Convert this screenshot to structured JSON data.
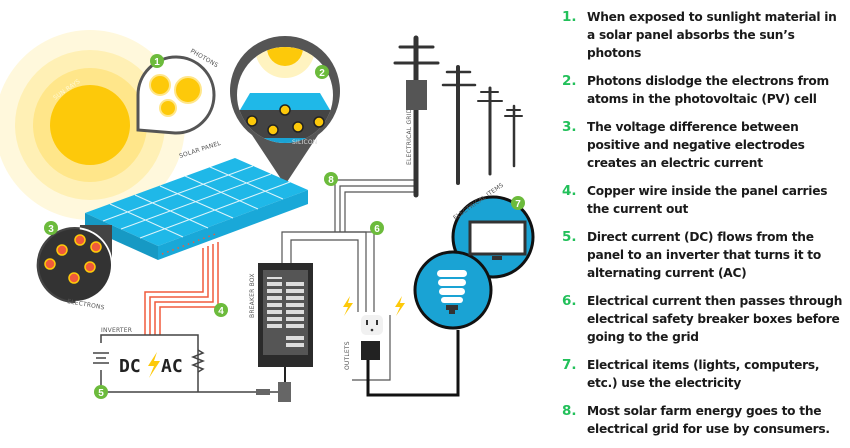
{
  "diagram": {
    "labels": {
      "sun_rays": "SUN RAYS",
      "photons": "PHOTONS",
      "silicon": "SILICON",
      "solar_panel": "SOLAR PANEL",
      "electrons": "ELECTRONS",
      "inverter": "INVERTER",
      "dc": "DC",
      "ac": "AC",
      "breaker_box": "BREAKER BOX",
      "electrical_grid": "ELECTRICAL GRID",
      "outlets": "OUTLETS",
      "electrical_items": "ELECTRICAL ITEMS"
    },
    "badges": [
      "1",
      "2",
      "3",
      "4",
      "5",
      "6",
      "7",
      "8"
    ],
    "colors": {
      "badge": "#6cbb3c",
      "sun": "#fdc90a",
      "panel": "#1fb8e8",
      "wire_copper": "#f05a3c",
      "items_bg": "#1aa3d4",
      "dark": "#333333"
    }
  },
  "steps": [
    {
      "num": "1.",
      "text": "When exposed to sunlight material in a solar panel absorbs the sun’s photons"
    },
    {
      "num": "2.",
      "text": "Photons dislodge the electrons from atoms in the photovoltaic (PV) cell"
    },
    {
      "num": "3.",
      "text": "The voltage difference between positive and negative electrodes creates an electric current"
    },
    {
      "num": "4.",
      "text": "Copper wire inside the panel carries the current out"
    },
    {
      "num": "5.",
      "text": "Direct current (DC) flows from the panel to an inverter that turns it to alternating current (AC)"
    },
    {
      "num": "6.",
      "text": "Electrical current then passes through electrical safety breaker boxes before going to the grid"
    },
    {
      "num": "7.",
      "text": "Electrical items (lights, computers, etc.) use the electricity"
    },
    {
      "num": "8.",
      "text": "Most solar farm energy goes to the electrical grid for use by consumers."
    }
  ]
}
